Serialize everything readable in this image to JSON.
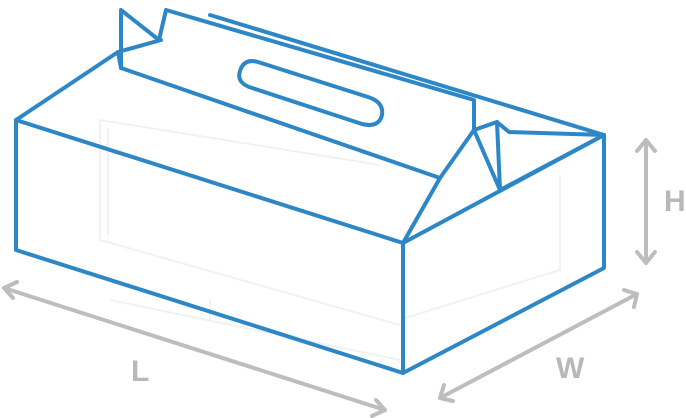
{
  "dimensions": {
    "length_label": "L",
    "width_label": "W",
    "height_label": "H"
  },
  "colors": {
    "box_outline": "#2d86c6",
    "dimension": "#bdbdbd",
    "background": "#ffffff"
  },
  "icons": [
    "gable-box-icon",
    "length-arrow-icon",
    "width-arrow-icon",
    "height-arrow-icon"
  ]
}
